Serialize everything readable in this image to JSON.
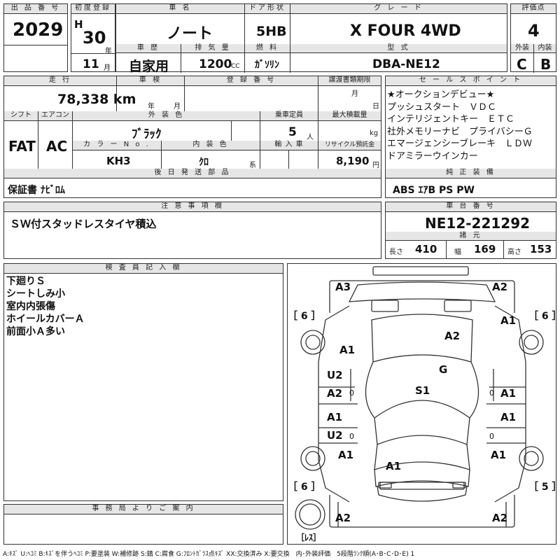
{
  "header": {
    "lot_label": "出 品 番 号",
    "lot_no": "2029",
    "reg_label": "初度登録",
    "era": "H",
    "year": "30",
    "year_unit": "年",
    "month": "11",
    "month_unit": "月",
    "name_label": "車 名",
    "car_name": "ノート",
    "door_label": "ドア形状",
    "door": "5HB",
    "grade_label": "グ レ ー ド",
    "grade": "X FOUR 4WD",
    "score_label": "評価点",
    "score": "4",
    "history_label": "車 歴",
    "history": "自家用",
    "displacement_label": "排 気 量",
    "displacement": "1200",
    "cc": "CC",
    "fuel_label": "燃 料",
    "fuel": "ｶﾞｿﾘﾝ",
    "model_label": "型 式",
    "model": "DBA-NE12",
    "ext_label": "外装",
    "ext": "C",
    "int_label": "内装",
    "int": "B"
  },
  "row2": {
    "mileage_label": "走 行",
    "mileage": "78,338 km",
    "inspection_label": "車 検",
    "insp_year": "年",
    "insp_month": "月",
    "plate_label": "登 録 番 号",
    "transfer_label": "譲渡書類期限",
    "transfer_month": "月",
    "transfer_day": "日",
    "shift_label": "シフト",
    "shift": "FAT",
    "ac_label": "エアコン",
    "ac": "AC",
    "color_label": "外 装 色",
    "color": "ﾌﾞﾗｯｸ",
    "capacity_label": "乗車定員",
    "capacity": "5",
    "capacity_unit": "人",
    "load_label": "最大積載量",
    "load_unit": "kg",
    "color_no_label": "カ ラ ー N o .",
    "color_no": "KH3",
    "interior_label": "内 装 色",
    "interior": "ｸﾛ",
    "interior_unit": "系",
    "import_label": "輸 入 車",
    "recycle_label": "リサイクル預託金",
    "recycle": "8,190",
    "recycle_unit": "円",
    "later_label": "後 日 発 送 部 品",
    "later": "保証書 ﾅﾋﾞﾛﾑ"
  },
  "sales": {
    "label": "セ ー ル ス ポ イ ン ト",
    "lines": [
      "★オークションデビュー★",
      "プッシュスタート　ＶＤＣ",
      "インテリジェントキー　ＥＴＣ",
      "社外メモリーナビ　プライバシーＧ",
      "エマージェンシーブレーキ　ＬＤＷ",
      "ドアミラーウインカー"
    ],
    "equip_label": "純 正 装 備",
    "equip": "ABS ｴｱB PS PW"
  },
  "notes": {
    "label": "注 意 事 項 欄",
    "text": "ＳＷ付スタッドレスタイヤ積込"
  },
  "chassis": {
    "label": "車 台 番 号",
    "number": "NE12-221292",
    "spec_label": "諸 元",
    "len_label": "長さ",
    "len": "410",
    "wid_label": "幅",
    "wid": "169",
    "hei_label": "高さ",
    "hei": "153"
  },
  "inspector": {
    "label": "検 査 員 記 入 欄",
    "lines": [
      "下廻りＳ",
      "シートしみ小",
      "室内内張傷",
      "ホイールカバーＡ",
      "前面小Ａ多い"
    ]
  },
  "office": {
    "label": "事 務 局 よ り ご 案 内"
  },
  "diagram": {
    "marks": [
      "A3",
      "A2",
      "A1",
      "A2",
      "A1",
      "G",
      "U2",
      "S1",
      "A2",
      "A1",
      "A1",
      "A1",
      "U2",
      "A1",
      "A1",
      "A1",
      "A2",
      "A2"
    ],
    "tread_fl": "［ 6 ］",
    "tread_fr": "［ 6 ］",
    "tread_rl": "［ 6 ］",
    "tread_rr": "［ 5 ］",
    "spare": "［ﾚｽ］",
    "zeros": [
      "0",
      "0",
      "0",
      "0"
    ]
  },
  "legend": "A:ｷｽﾞ U:ﾍｺﾐ B:ｷｽﾞを伴うﾍｺﾐ P:要塗装 W:補修跡 S:錆 C:腐食 G:ﾌﾛﾝﾄｶﾞﾗｽ点ｷｽﾞ XX:交換済み X:要交換　内･外装評価　5段階ﾗﾝｸ順(A･B･C･D･E) 1"
}
